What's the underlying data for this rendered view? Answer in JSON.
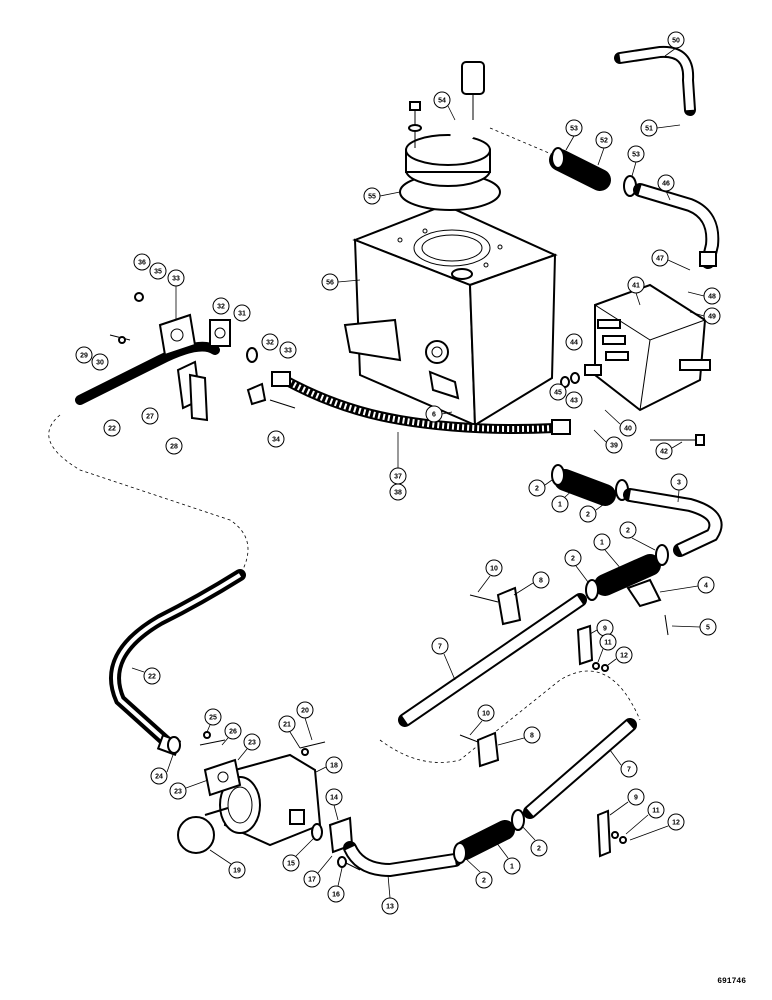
{
  "diagram": {
    "reference_code": "691746",
    "callouts": {
      "c1a": "1",
      "c1b": "1",
      "c1c": "1",
      "c2a": "2",
      "c2b": "2",
      "c2c": "2",
      "c2d": "2",
      "c2e": "2",
      "c2f": "2",
      "c3": "3",
      "c4": "4",
      "c5": "5",
      "c6": "6",
      "c7a": "7",
      "c7b": "7",
      "c8a": "8",
      "c8b": "8",
      "c9a": "9",
      "c9b": "9",
      "c10a": "10",
      "c10b": "10",
      "c11a": "11",
      "c11b": "11",
      "c12a": "12",
      "c12b": "12",
      "c13": "13",
      "c14": "14",
      "c15": "15",
      "c16": "16",
      "c17": "17",
      "c18": "18",
      "c19": "19",
      "c20": "20",
      "c21": "21",
      "c22a": "22",
      "c22b": "22",
      "c23a": "23",
      "c23b": "23",
      "c24": "24",
      "c25": "25",
      "c26": "26",
      "c27": "27",
      "c28": "28",
      "c29": "29",
      "c30": "30",
      "c31": "31",
      "c32a": "32",
      "c32b": "32",
      "c33a": "33",
      "c33b": "33",
      "c34": "34",
      "c35": "35",
      "c36": "36",
      "c37": "37",
      "c38": "38",
      "c39": "39",
      "c40": "40",
      "c41": "41",
      "c42": "42",
      "c43": "43",
      "c44": "44",
      "c45": "45",
      "c46": "46",
      "c47": "47",
      "c48": "48",
      "c49": "49",
      "c50": "50",
      "c51": "51",
      "c52": "52",
      "c53a": "53",
      "c53b": "53",
      "c54": "54",
      "c55": "55",
      "c56": "56"
    }
  }
}
